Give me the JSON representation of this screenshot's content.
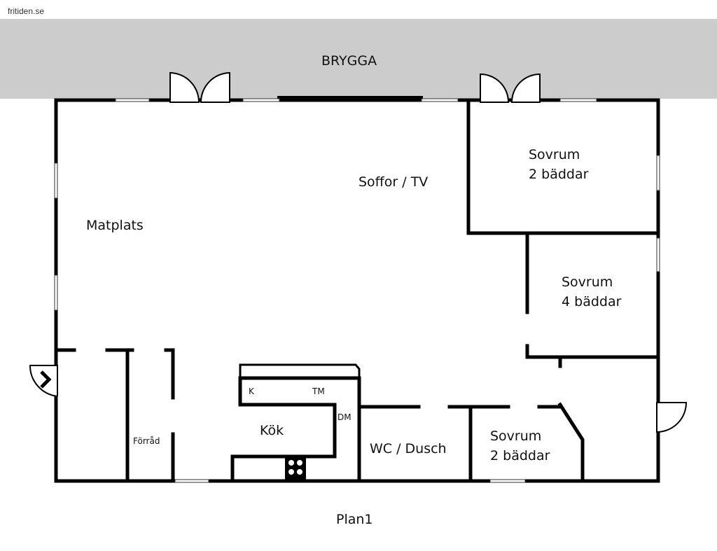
{
  "watermark": "fritiden.se",
  "deck_label": "BRYGGA",
  "plan_title": "Plan1",
  "rooms": {
    "living": "Soffor / TV",
    "dining": "Matplats",
    "bedroom_top_name": "Sovrum",
    "bedroom_top_beds": "2 bäddar",
    "bedroom_mid_name": "Sovrum",
    "bedroom_mid_beds": "4 bäddar",
    "bedroom_low_name": "Sovrum",
    "bedroom_low_beds": "2 bäddar",
    "kitchen": "Kök",
    "bathroom": "WC / Dusch",
    "storage": "Förråd"
  },
  "appliances": {
    "fridge": "K",
    "dryer": "TM",
    "dishwasher": "DM"
  },
  "colors": {
    "deck": "#cccccc",
    "wall": "#000000"
  }
}
